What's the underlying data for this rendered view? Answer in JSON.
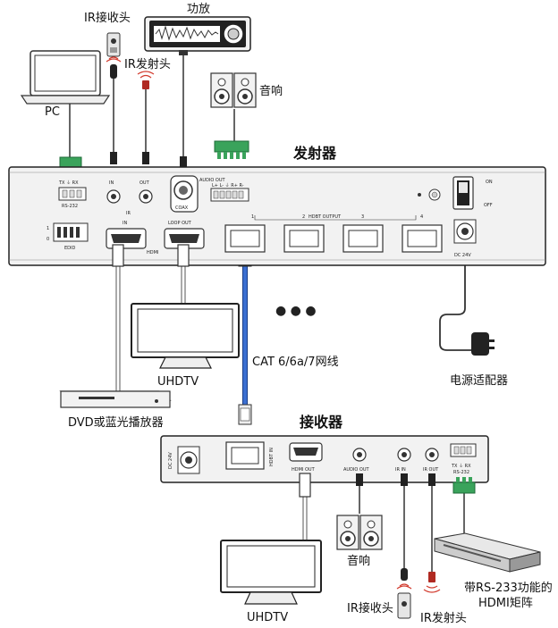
{
  "labels": {
    "ir_receiver_top": "IR接收头",
    "amplifier": "功放",
    "pc": "PC",
    "ir_emitter_top": "IR发射头",
    "speaker_top": "音响",
    "transmitter_title": "发射器",
    "uhdtv_top": "UHDTV",
    "cable": "CAT 6/6a/7网线",
    "power_adapter": "电源适配器",
    "dvd_player": "DVD或蓝光播放器",
    "receiver_title": "接收器",
    "speaker_bottom": "音响",
    "matrix_line1": "带RS-233功能的",
    "matrix_line2": "HDMI矩阵",
    "uhdtv_bottom": "UHDTV",
    "ir_receiver_bottom": "IR接收头",
    "ir_emitter_bottom": "IR发射头"
  },
  "tx_panel": {
    "rs232_pins": "TX ⏚ RX",
    "rs232": "RS-232",
    "ir_in": "IN",
    "ir_out": "OUT",
    "ir": "IR",
    "audio_out": "AUDIO OUT",
    "audio_pins": "L+ L- ⏚ R+ R-",
    "coax": "COAX",
    "hdbt_output": "HDBT OUTPUT",
    "port1": "1",
    "port2": "2",
    "port3": "3",
    "port4": "4",
    "on": "ON",
    "off": "OFF",
    "edid_1": "1",
    "edid_0": "0",
    "edid": "EDID",
    "hdmi_in": "IN",
    "loop_out": "LOOP OUT",
    "hdmi": "HDMI",
    "dc": "DC 24V"
  },
  "rx_panel": {
    "dc": "DC 24V",
    "hdbt_in": "HDBT IN",
    "hdmi_out": "HDMI OUT",
    "audio_out": "AUDIO OUT",
    "ir_in": "IR IN",
    "ir_out": "IR OUT",
    "rs232_pins": "TX ⏚ RX",
    "rs232": "RS-232"
  },
  "ellipsis": "● ● ●",
  "colors": {
    "cable_blue": "#3b6fd1",
    "device_fill": "#f2f2f2",
    "terminal_green": "#3aa35b",
    "ir_red": "#d23b2e"
  }
}
